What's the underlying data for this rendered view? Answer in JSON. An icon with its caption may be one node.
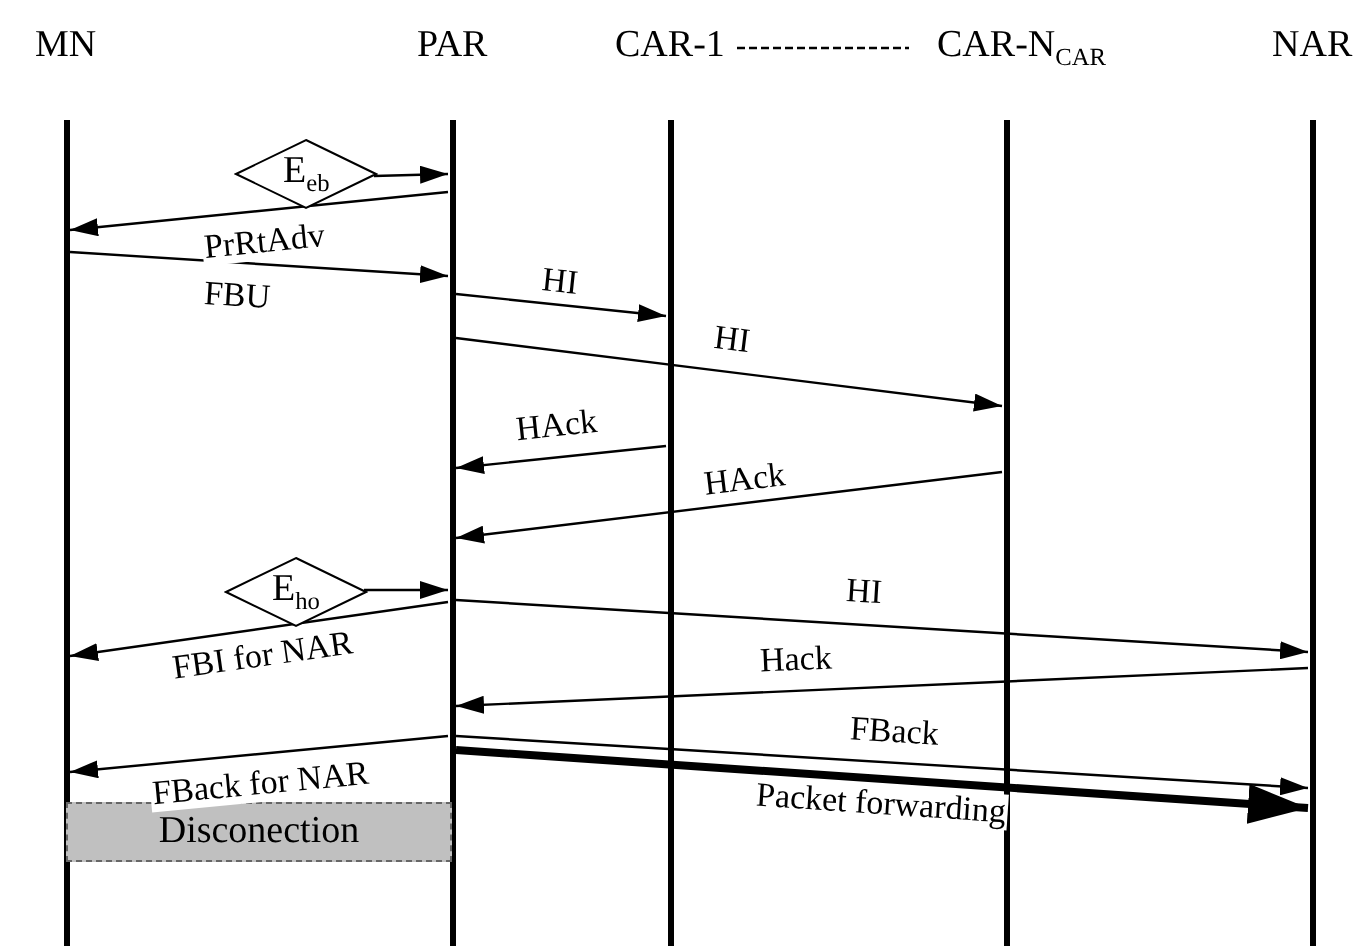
{
  "diagram": {
    "nodes": [
      {
        "text": [
          "MN"
        ]
      },
      {
        "text": [
          "PAR"
        ]
      },
      {
        "text": [
          "CAR-1"
        ]
      },
      {
        "text": [
          "CAR-N$_{CAR}$"
        ]
      },
      {
        "text": [
          "NAR"
        ]
      },
      {
        "text": [
          "E$_{eb}$"
        ]
      },
      {
        "text": [
          "E$_{ho}$"
        ]
      },
      {
        "text": [
          "Disconection"
        ]
      }
    ],
    "edges": [
      {
        "from": 5,
        "to": 1,
        "arrow": "to"
      },
      {
        "from": 1,
        "to": 0,
        "arrow": "to",
        "label": "PrRtAdv"
      },
      {
        "from": 0,
        "to": 1,
        "arrow": "to",
        "label": "FBU"
      },
      {
        "from": 1,
        "to": 2,
        "arrow": "to",
        "label": "HI"
      },
      {
        "from": 1,
        "to": 3,
        "arrow": "to",
        "label": "HI"
      },
      {
        "from": 2,
        "to": 1,
        "arrow": "to",
        "label": "HAck"
      },
      {
        "from": 3,
        "to": 1,
        "arrow": "to",
        "label": "HAck"
      },
      {
        "from": 6,
        "to": 1,
        "arrow": "to"
      },
      {
        "from": 1,
        "to": 4,
        "arrow": "to",
        "label": "HI"
      },
      {
        "from": 1,
        "to": 0,
        "arrow": "to",
        "label": "FBI for NAR"
      },
      {
        "from": 4,
        "to": 1,
        "arrow": "to",
        "label": "Hack"
      },
      {
        "from": 1,
        "to": 0,
        "arrow": "to",
        "label": "FBack for NAR"
      },
      {
        "from": 1,
        "to": 4,
        "arrow": "to",
        "label": "FBack"
      },
      {
        "from": 1,
        "to": 4,
        "arrow": "to",
        "label": "Packet forwarding",
        "style": "thick"
      },
      {
        "from": 2,
        "to": 3,
        "arrow": "none",
        "style": "dashed"
      }
    ]
  }
}
